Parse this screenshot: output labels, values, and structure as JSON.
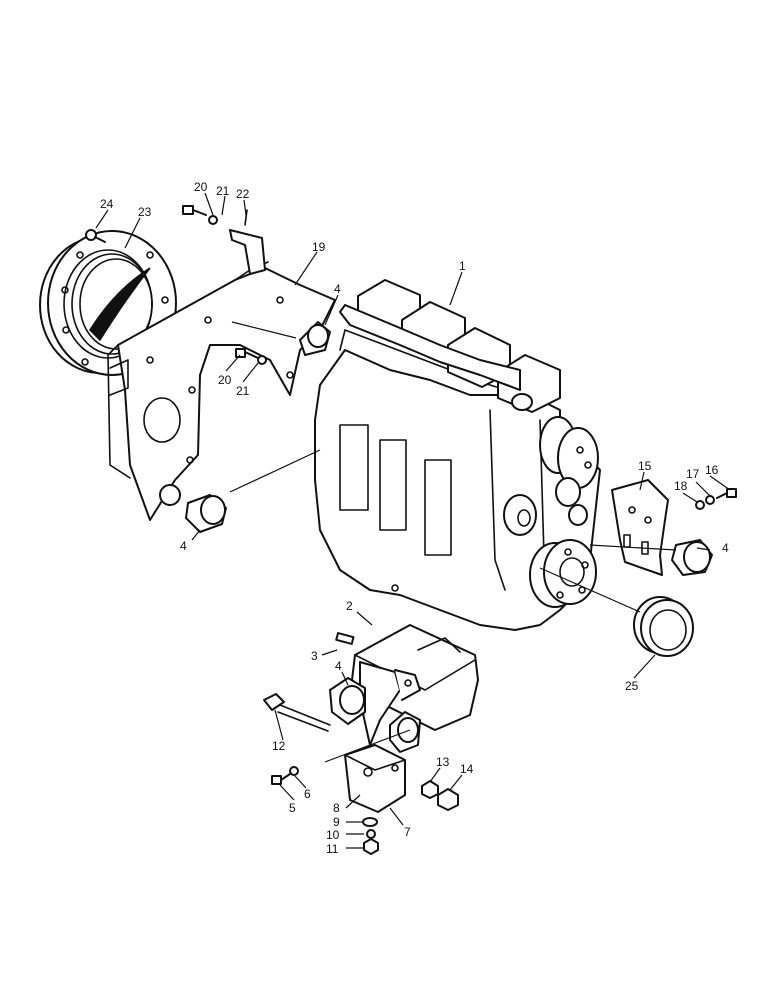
{
  "callouts": {
    "c1": "1",
    "c2": "2",
    "c3": "3",
    "c4a": "4",
    "c4b": "4",
    "c4c": "4",
    "c4d": "4",
    "c5": "5",
    "c6": "6",
    "c7": "7",
    "c8": "8",
    "c9": "9",
    "c10": "10",
    "c11": "11",
    "c12": "12",
    "c13": "13",
    "c14": "14",
    "c15": "15",
    "c16": "16",
    "c17": "17",
    "c18": "18",
    "c19": "19",
    "c20a": "20",
    "c20b": "20",
    "c21a": "21",
    "c21b": "21",
    "c22": "22",
    "c23": "23",
    "c24": "24",
    "c25": "25"
  },
  "colors": {
    "line": "#111111",
    "background": "#ffffff"
  }
}
